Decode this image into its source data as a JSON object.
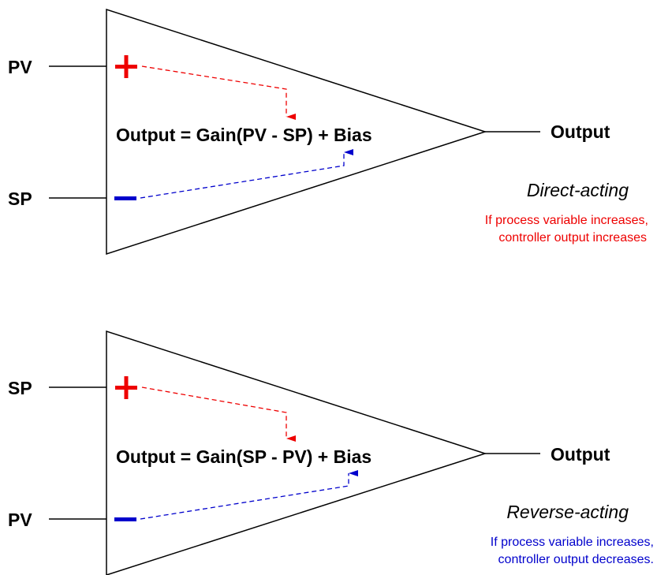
{
  "colors": {
    "plus": "#ee0000",
    "minus": "#0000cc",
    "line": "#000000"
  },
  "diagrams": [
    {
      "input_top": "PV",
      "input_bottom": "SP",
      "output": "Output",
      "equation": "Output = Gain(PV - SP) + Bias",
      "action": "Direct-acting",
      "desc_line1": "If process variable increases,",
      "desc_line2": "controller output increases",
      "desc_color": "#ee0000"
    },
    {
      "input_top": "SP",
      "input_bottom": "PV",
      "output": "Output",
      "equation": "Output = Gain(SP - PV) + Bias",
      "action": "Reverse-acting",
      "desc_line1": "If process variable increases,",
      "desc_line2": "controller output decreases.",
      "desc_color": "#0000cc"
    }
  ]
}
